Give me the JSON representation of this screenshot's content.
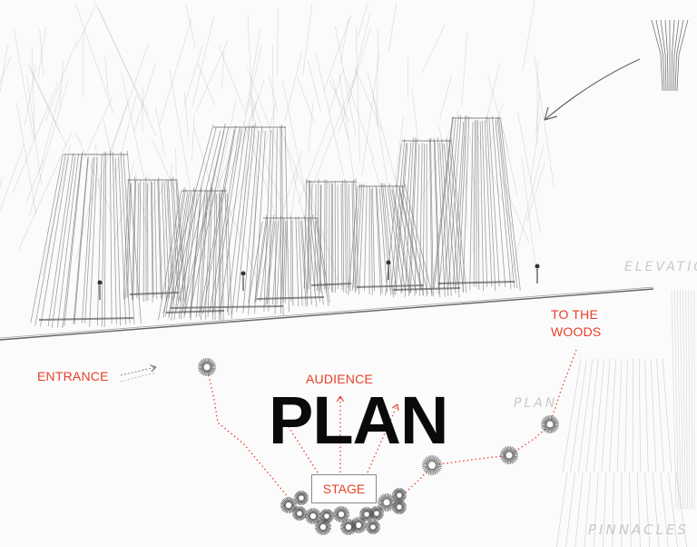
{
  "title": "PLAN",
  "labels": {
    "entrance": "ENTRANCE",
    "audience": "AUDIENCE",
    "stage": "STAGE",
    "to_the_woods_line1": "TO THE",
    "to_the_woods_line2": "WOODS"
  },
  "sketch_notes": {
    "elevation": "ELEVATION",
    "plan": "PLAN",
    "pinnacles": "PINNACLES W"
  },
  "colors": {
    "annotation": "#e8402a",
    "sketch": "#777777",
    "title": "#0a0a0a"
  }
}
